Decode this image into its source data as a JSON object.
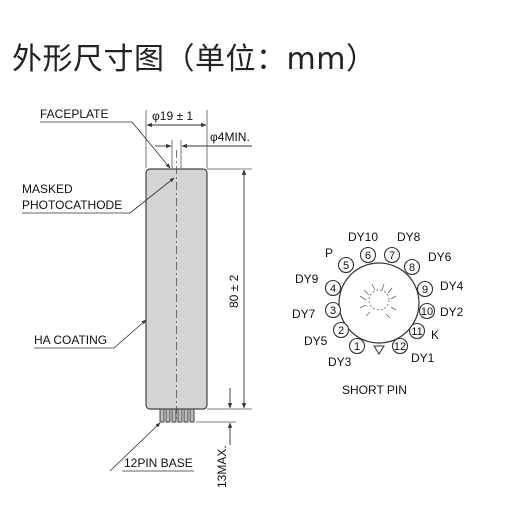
{
  "title": "外形尺寸图（单位：mm）",
  "tube": {
    "faceplate_label": "FACEPLATE",
    "masked_label_line1": "MASKED",
    "masked_label_line2": "PHOTOCATHODE",
    "coating_label": "HA COATING",
    "base_label": "12PIN BASE",
    "dim_diameter": "φ19 ± 1",
    "dim_photocathode": "φ4MIN.",
    "dim_length": "80 ± 2",
    "dim_base": "13MAX."
  },
  "base_diagram": {
    "short_pin_label": "SHORT PIN",
    "pins": [
      {
        "num": "1",
        "name": "DY3"
      },
      {
        "num": "2",
        "name": "DY5"
      },
      {
        "num": "3",
        "name": "DY7"
      },
      {
        "num": "4",
        "name": "DY9"
      },
      {
        "num": "5",
        "name": "P"
      },
      {
        "num": "6",
        "name": "DY10"
      },
      {
        "num": "7",
        "name": "DY8"
      },
      {
        "num": "8",
        "name": "DY6"
      },
      {
        "num": "9",
        "name": "DY4"
      },
      {
        "num": "10",
        "name": "DY2"
      },
      {
        "num": "11",
        "name": "K"
      },
      {
        "num": "12",
        "name": "DY1"
      }
    ]
  },
  "colors": {
    "tube_fill": "#d4d4d4",
    "line": "#333333"
  }
}
